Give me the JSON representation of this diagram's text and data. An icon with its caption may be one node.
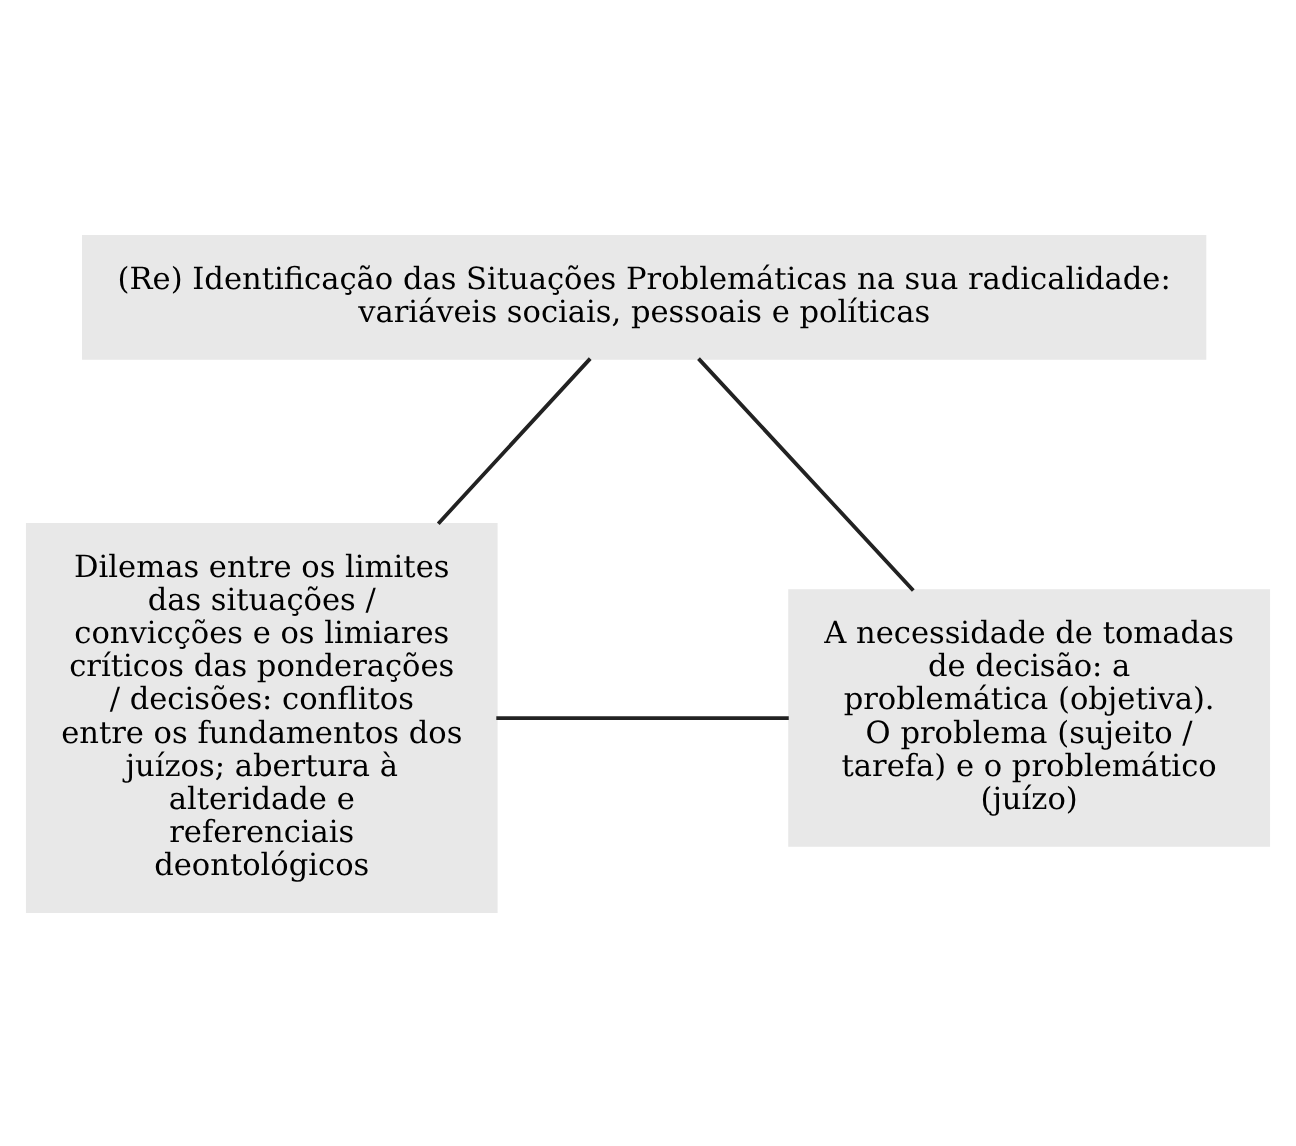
{
  "diagram": {
    "nodes": [
      {
        "text": [
          "(Re) Identificação das Situações Problemáticas na sua radicalidade: variáveis sociais, pessoais e políticas"
        ]
      },
      {
        "text": [
          "Dilemas entre os limites das situações / convicções e os limiares críticos das ponderações / decisões: conflitos entre os fundamentos dos juízos; abertura à alteridade e referenciais deontológicos"
        ]
      },
      {
        "text": [
          "A necessidade de tomadas de decisão: a problemática (objetiva). O problema (sujeito / tarefa) e o problemático (juízo)"
        ]
      }
    ],
    "edges": [
      {
        "from": 0,
        "to": 1,
        "arrow": "none"
      },
      {
        "from": 0,
        "to": 2,
        "arrow": "none"
      },
      {
        "from": 2,
        "to": 1,
        "arrow": "none"
      }
    ]
  }
}
